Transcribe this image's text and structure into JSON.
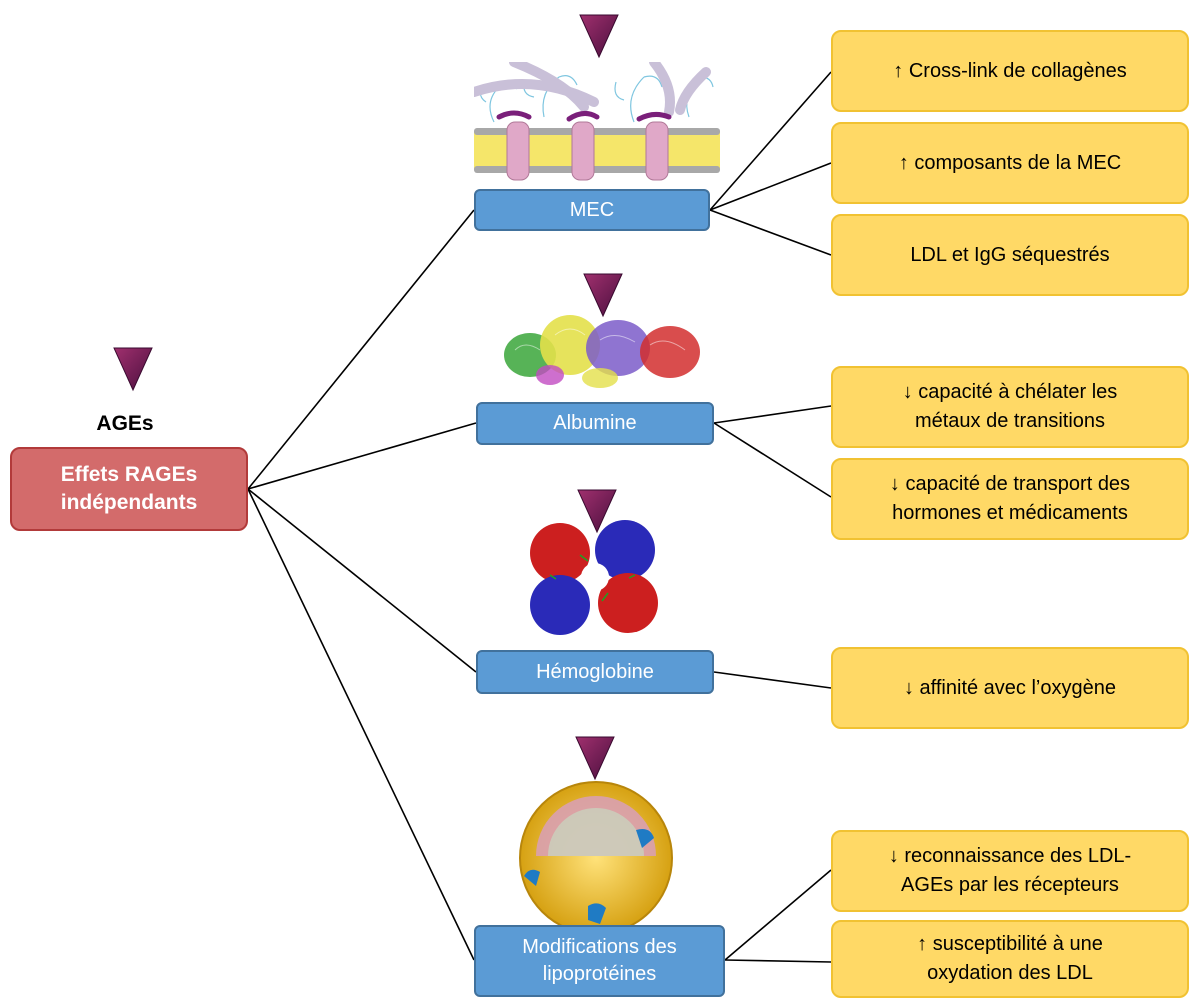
{
  "root": {
    "title": "AGEs",
    "label_line1": "Effets RAGEs",
    "label_line2": "indépendants"
  },
  "branches": [
    {
      "label": "MEC",
      "effects": [
        {
          "text": "↑ Cross-link de collagènes"
        },
        {
          "text": "↑ composants de la MEC"
        },
        {
          "text": "LDL et IgG séquestrés"
        }
      ]
    },
    {
      "label": "Albumine",
      "effects": [
        {
          "line1": "↓ capacité à chélater les",
          "line2": "métaux de transitions"
        },
        {
          "line1": "↓ capacité de transport des",
          "line2": "hormones et médicaments"
        }
      ]
    },
    {
      "label": "Hémoglobine",
      "effects": [
        {
          "text": "↓ affinité avec l’oxygène"
        }
      ]
    },
    {
      "label_line1": "Modifications des",
      "label_line2": "lipoprotéines",
      "effects": [
        {
          "line1": "↓ reconnaissance des LDL-",
          "line2": "AGEs par les récepteurs"
        },
        {
          "line1": "↑ susceptibilité à une",
          "line2": "oxydation des LDL"
        }
      ]
    }
  ],
  "colors": {
    "root_fill": "#d36b6b",
    "mid_fill": "#5b9bd5",
    "leaf_fill": "#ffd966",
    "marker": "#6d1f5e"
  }
}
